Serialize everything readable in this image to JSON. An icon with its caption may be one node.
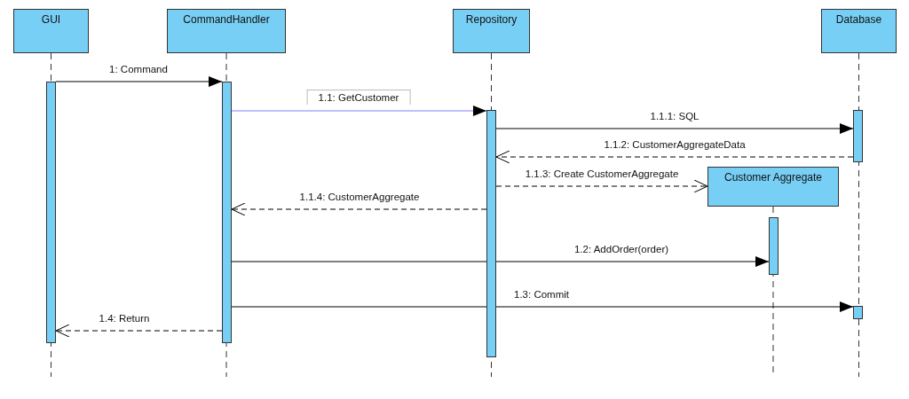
{
  "diagram": {
    "nodes": [
      {
        "text": [
          "GUI"
        ]
      },
      {
        "text": [
          "CommandHandler"
        ]
      },
      {
        "text": [
          "Repository"
        ]
      },
      {
        "text": [
          "Database"
        ]
      },
      {
        "text": [
          "Customer Aggregate"
        ]
      },
      {
        "text": [],
        "shape": "bar"
      },
      {
        "text": [],
        "shape": "bar"
      },
      {
        "text": [],
        "shape": "bar"
      },
      {
        "text": [],
        "shape": "bar"
      },
      {
        "text": [],
        "shape": "bar"
      },
      {
        "text": [],
        "shape": "bar"
      }
    ],
    "edges": [
      {
        "from": 5,
        "to": 6,
        "arrow": "to",
        "label": "1: Command"
      },
      {
        "from": 6,
        "to": 7,
        "arrow": "to",
        "label": "1.1: GetCustomer",
        "color": "#8080ff"
      },
      {
        "from": 7,
        "to": 8,
        "arrow": "to",
        "label": "1.1.1: SQL"
      },
      {
        "from": 8,
        "to": 7,
        "arrow": "to",
        "label": "1.1.2: CustomerAggregateData",
        "style": "dashed"
      },
      {
        "from": 7,
        "to": 4,
        "arrow": "to",
        "label": "1.1.3: Create CustomerAggregate",
        "style": "dashed"
      },
      {
        "from": 7,
        "to": 6,
        "arrow": "to",
        "label": "1.1.4: CustomerAggregate",
        "style": "dashed"
      },
      {
        "from": 6,
        "to": 9,
        "arrow": "to",
        "label": "1.2: AddOrder(order)"
      },
      {
        "from": 6,
        "to": 10,
        "arrow": "to",
        "label": "1.3: Commit"
      },
      {
        "from": 6,
        "to": 5,
        "arrow": "to",
        "label": "1.4: Return",
        "style": "dashed"
      }
    ]
  }
}
